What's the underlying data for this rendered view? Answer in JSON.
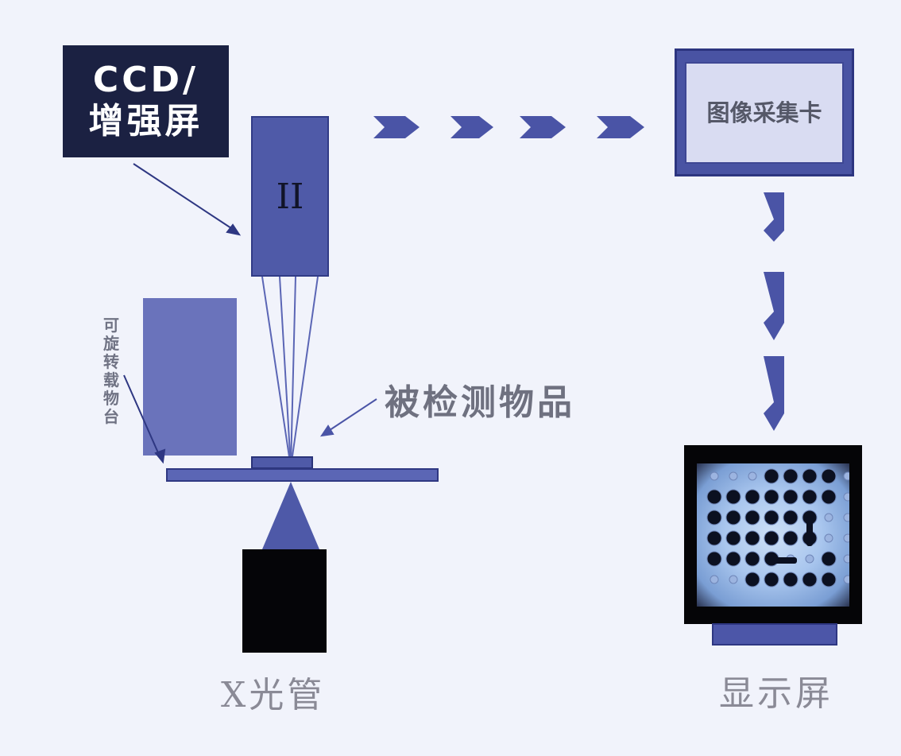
{
  "ccd_label": {
    "line1": "CCD/",
    "line2": "增强屏"
  },
  "ii_label": "II",
  "stage_label": [
    "可",
    "旋",
    "转",
    "载",
    "物",
    "台"
  ],
  "object_label": "被检测物品",
  "xray_label": "X光管",
  "card_label": "图像采集卡",
  "display_label": "显示屏",
  "colors": {
    "box_blue": "#4f5aa8",
    "dark_navy": "#1b2142",
    "stage_blue": "#6a73bb",
    "label_gray": "#8a8a96",
    "arrow_blue": "#4a54a6"
  }
}
